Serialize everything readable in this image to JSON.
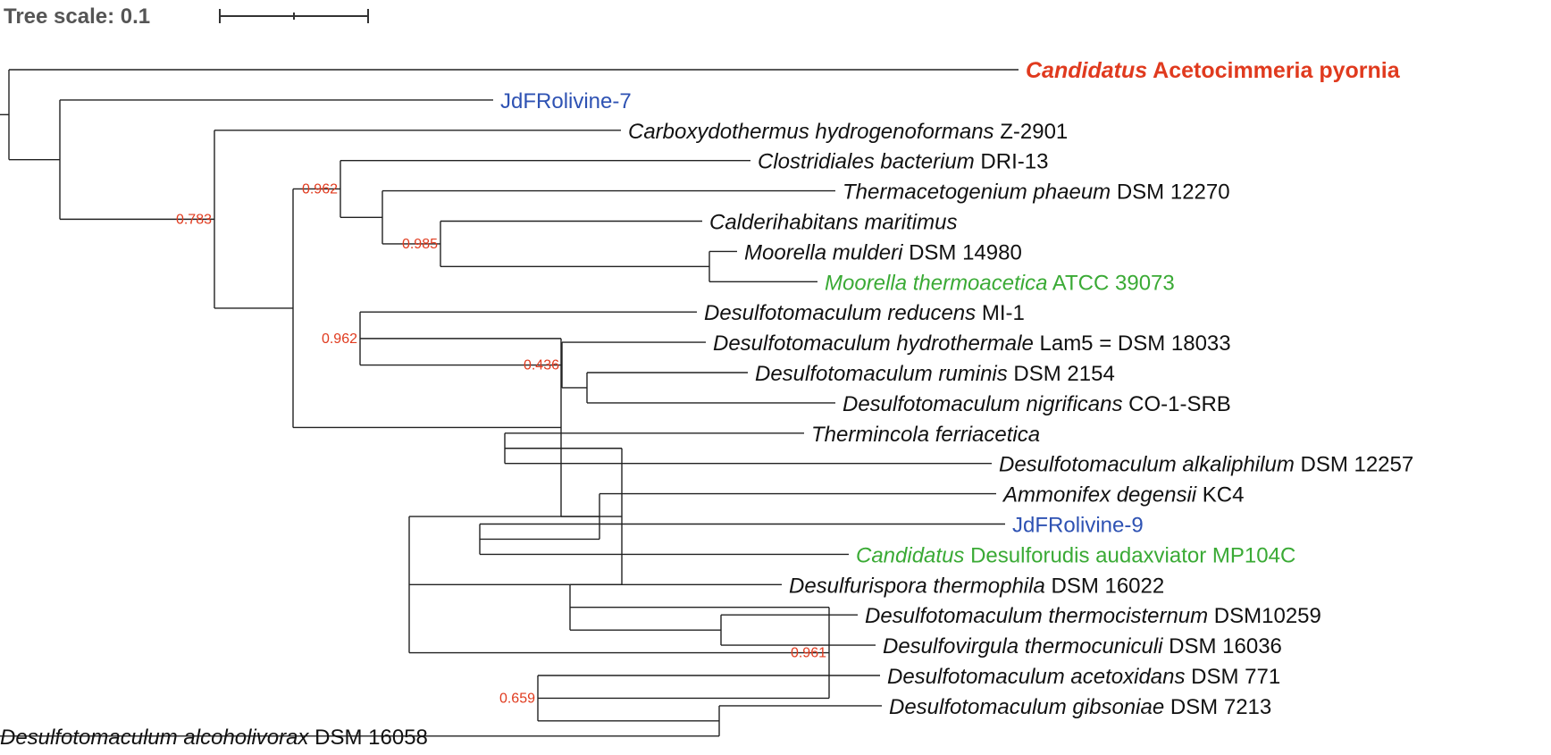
{
  "tree_scale": {
    "label": "Tree scale: 0.1",
    "value": 0.1
  },
  "colors": {
    "branch": "#222222",
    "default_label": "#111111",
    "support": "#e03a1e",
    "highlight_red": "#e03a1e",
    "highlight_blue": "#2e52b3",
    "highlight_green": "#3aaa35",
    "scale_label": "#555555"
  },
  "tree": {
    "children": [
      {
        "leaf": {
          "parts": [
            {
              "text": "Candidatus",
              "italic": true
            },
            {
              "text": " Acetocimmeria pyornia",
              "italic": false
            }
          ],
          "color": "highlight_red",
          "bold": true
        }
      },
      {
        "children": [
          {
            "leaf": {
              "parts": [
                {
                  "text": "JdFRolivine-7",
                  "italic": false
                }
              ],
              "color": "highlight_blue"
            }
          },
          {
            "support": "0.783",
            "children": [
              {
                "leaf": {
                  "parts": [
                    {
                      "text": "Carboxydothermus hydrogenoformans",
                      "italic": true
                    },
                    {
                      "text": " Z-2901",
                      "italic": false
                    }
                  ]
                }
              },
              {
                "children": [
                  {
                    "support": "0.962",
                    "children": [
                      {
                        "leaf": {
                          "parts": [
                            {
                              "text": "Clostridiales bacterium",
                              "italic": true
                            },
                            {
                              "text": " DRI-13",
                              "italic": false
                            }
                          ]
                        }
                      },
                      {
                        "children": [
                          {
                            "leaf": {
                              "parts": [
                                {
                                  "text": "Thermacetogenium phaeum",
                                  "italic": true
                                },
                                {
                                  "text": " DSM 12270",
                                  "italic": false
                                }
                              ]
                            }
                          },
                          {
                            "support": "0.985",
                            "children": [
                              {
                                "leaf": {
                                  "parts": [
                                    {
                                      "text": "Calderihabitans maritimus",
                                      "italic": true
                                    }
                                  ]
                                }
                              },
                              {
                                "children": [
                                  {
                                    "leaf": {
                                      "parts": [
                                        {
                                          "text": "Moorella mulderi",
                                          "italic": true
                                        },
                                        {
                                          "text": " DSM 14980",
                                          "italic": false
                                        }
                                      ]
                                    }
                                  },
                                  {
                                    "leaf": {
                                      "parts": [
                                        {
                                          "text": "Moorella thermoacetica",
                                          "italic": true
                                        },
                                        {
                                          "text": " ATCC 39073",
                                          "italic": false
                                        }
                                      ],
                                      "color": "highlight_green"
                                    }
                                  }
                                ]
                              }
                            ]
                          }
                        ]
                      }
                    ]
                  },
                  {
                    "children": [
                      {
                        "support": "0.962",
                        "children": [
                          {
                            "leaf": {
                              "parts": [
                                {
                                  "text": "Desulfotomaculum reducens",
                                  "italic": true
                                },
                                {
                                  "text": " MI-1",
                                  "italic": false
                                }
                              ]
                            }
                          },
                          {
                            "support": "0.436",
                            "children": [
                              {
                                "leaf": {
                                  "parts": [
                                    {
                                      "text": "Desulfotomaculum hydrothermale",
                                      "italic": true
                                    },
                                    {
                                      "text": " Lam5 = DSM 18033",
                                      "italic": false
                                    }
                                  ]
                                }
                              },
                              {
                                "children": [
                                  {
                                    "leaf": {
                                      "parts": [
                                        {
                                          "text": "Desulfotomaculum ruminis",
                                          "italic": true
                                        },
                                        {
                                          "text": " DSM 2154",
                                          "italic": false
                                        }
                                      ]
                                    }
                                  },
                                  {
                                    "leaf": {
                                      "parts": [
                                        {
                                          "text": "Desulfotomaculum nigrificans",
                                          "italic": true
                                        },
                                        {
                                          "text": " CO-1-SRB",
                                          "italic": false
                                        }
                                      ]
                                    }
                                  }
                                ]
                              }
                            ]
                          }
                        ]
                      },
                      {
                        "children": [
                          {
                            "children": [
                              {
                                "leaf": {
                                  "parts": [
                                    {
                                      "text": "Thermincola ferriacetica",
                                      "italic": true
                                    }
                                  ]
                                }
                              },
                              {
                                "leaf": {
                                  "parts": [
                                    {
                                      "text": "Desulfotomaculum alkaliphilum",
                                      "italic": true
                                    },
                                    {
                                      "text": " DSM 12257",
                                      "italic": false
                                    }
                                  ]
                                }
                              }
                            ]
                          },
                          {
                            "children": [
                              {
                                "children": [
                                  {
                                    "leaf": {
                                      "parts": [
                                        {
                                          "text": "Ammonifex degensii",
                                          "italic": true
                                        },
                                        {
                                          "text": " KC4",
                                          "italic": false
                                        }
                                      ]
                                    }
                                  },
                                  {
                                    "children": [
                                      {
                                        "leaf": {
                                          "parts": [
                                            {
                                              "text": "JdFRolivine-9",
                                              "italic": false
                                            }
                                          ],
                                          "color": "highlight_blue"
                                        }
                                      },
                                      {
                                        "leaf": {
                                          "parts": [
                                            {
                                              "text": "Candidatus",
                                              "italic": true
                                            },
                                            {
                                              "text": " Desulforudis audaxviator MP104C",
                                              "italic": false
                                            }
                                          ],
                                          "color": "highlight_green"
                                        }
                                      }
                                    ]
                                  }
                                ]
                              },
                              {
                                "support": "0.961",
                                "children": [
                                  {
                                    "children": [
                                      {
                                        "leaf": {
                                          "parts": [
                                            {
                                              "text": "Desulfurispora thermophila",
                                              "italic": true
                                            },
                                            {
                                              "text": " DSM 16022",
                                              "italic": false
                                            }
                                          ]
                                        }
                                      },
                                      {
                                        "children": [
                                          {
                                            "leaf": {
                                              "parts": [
                                                {
                                                  "text": "Desulfotomaculum thermocisternum",
                                                  "italic": true
                                                },
                                                {
                                                  "text": " DSM10259",
                                                  "italic": false
                                                }
                                              ]
                                            }
                                          },
                                          {
                                            "leaf": {
                                              "parts": [
                                                {
                                                  "text": "Desulfovirgula thermocuniculi",
                                                  "italic": true
                                                },
                                                {
                                                  "text": " DSM 16036",
                                                  "italic": false
                                                }
                                              ]
                                            }
                                          }
                                        ]
                                      }
                                    ]
                                  },
                                  {
                                    "support": "0.659",
                                    "children": [
                                      {
                                        "leaf": {
                                          "parts": [
                                            {
                                              "text": "Desulfotomaculum acetoxidans",
                                              "italic": true
                                            },
                                            {
                                              "text": " DSM 771",
                                              "italic": false
                                            }
                                          ]
                                        }
                                      },
                                      {
                                        "children": [
                                          {
                                            "leaf": {
                                              "parts": [
                                                {
                                                  "text": "Desulfotomaculum gibsoniae",
                                                  "italic": true
                                                },
                                                {
                                                  "text": " DSM 7213",
                                                  "italic": false
                                                }
                                              ]
                                            }
                                          },
                                          {
                                            "leaf": {
                                              "parts": [
                                                {
                                                  "text": "Desulfotomaculum alcoholivorax",
                                                  "italic": true
                                                },
                                                {
                                                  "text": " DSM 16058",
                                                  "italic": false
                                                }
                                              ]
                                            }
                                          }
                                        ]
                                      }
                                    ]
                                  }
                                ]
                              }
                            ]
                          }
                        ]
                      }
                    ]
                  }
                ]
              }
            ]
          }
        ]
      }
    ]
  }
}
